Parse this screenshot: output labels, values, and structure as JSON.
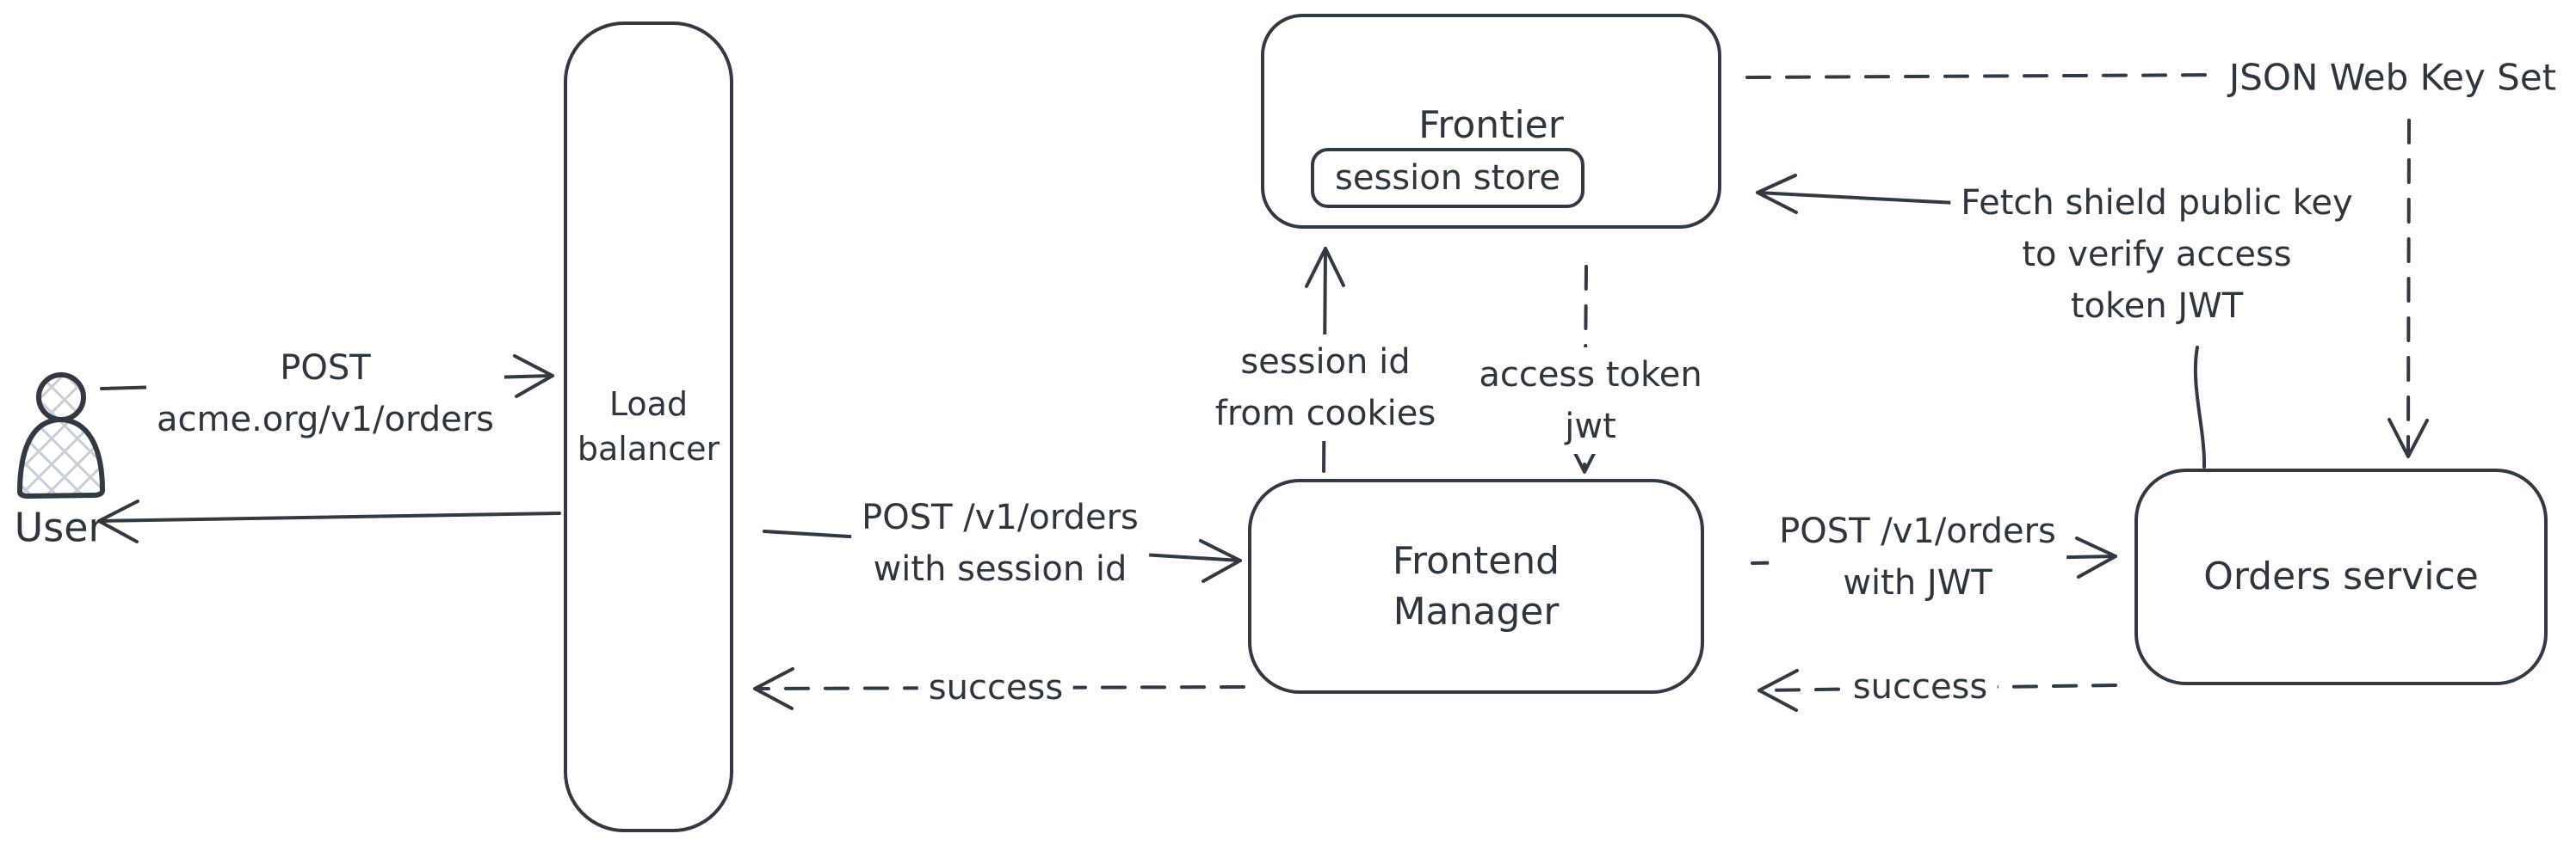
{
  "colors": {
    "stroke": "#333942",
    "text": "#2f353d",
    "hatch": "#c6cfd6",
    "bg": "#ffffff"
  },
  "nodes": {
    "user": {
      "label": "User"
    },
    "load_balancer": {
      "lines": [
        "Load",
        "balancer"
      ]
    },
    "frontier": {
      "label": "Frontier"
    },
    "session_store": {
      "label": "session store"
    },
    "frontend_manager": {
      "lines": [
        "Frontend",
        "Manager"
      ]
    },
    "orders_service": {
      "label": "Orders service"
    }
  },
  "edges": {
    "user_to_lb": {
      "type": "solid-arrow",
      "lines": [
        "POST",
        "acme.org/v1/orders"
      ]
    },
    "lb_to_user": {
      "type": "solid-arrow"
    },
    "lb_to_fm": {
      "type": "solid-arrow",
      "lines": [
        "POST /v1/orders",
        "with session id"
      ]
    },
    "fm_to_lb": {
      "type": "dashed-arrow",
      "label": "success"
    },
    "fm_to_frontier": {
      "type": "solid-arrow",
      "lines": [
        "session id",
        "from cookies"
      ]
    },
    "frontier_to_fm": {
      "type": "dashed-arrow",
      "lines": [
        "access token",
        "jwt"
      ]
    },
    "fm_to_orders": {
      "type": "solid-arrow",
      "lines": [
        "POST /v1/orders",
        "with JWT"
      ]
    },
    "orders_to_fm": {
      "type": "dashed-arrow",
      "label": "success"
    },
    "orders_to_frontier": {
      "type": "solid-arrow",
      "lines": [
        "Fetch shield public key",
        "to verify access",
        "token JWT"
      ]
    },
    "frontier_to_jwks": {
      "type": "dashed-line",
      "label": "JSON Web Key Set"
    },
    "jwks_to_orders": {
      "type": "dashed-arrow"
    }
  }
}
